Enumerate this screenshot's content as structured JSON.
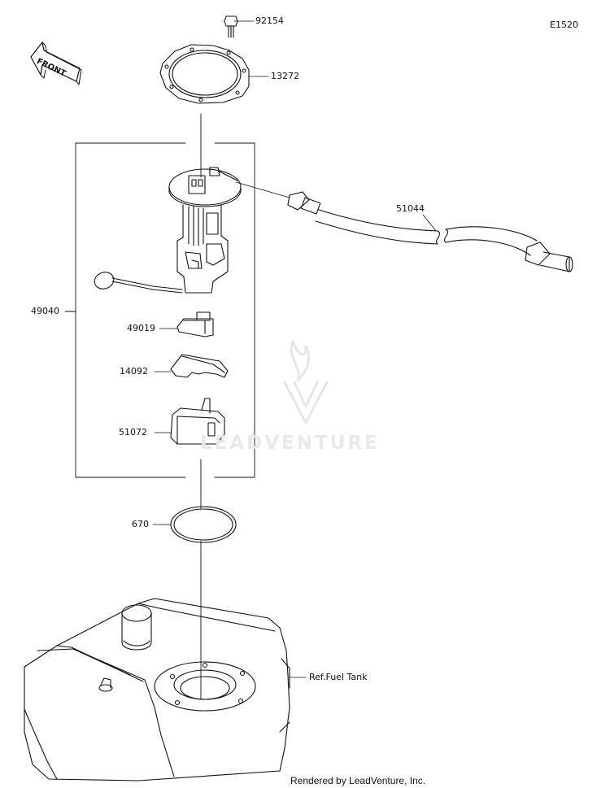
{
  "diagram_id": "E1520",
  "front_label": "FRONT",
  "parts": [
    {
      "number": "92154"
    },
    {
      "number": "13272"
    },
    {
      "number": "51044"
    },
    {
      "number": "49040"
    },
    {
      "number": "49019"
    },
    {
      "number": "14092"
    },
    {
      "number": "51072"
    },
    {
      "number": "670"
    }
  ],
  "reference": "Ref.Fuel Tank",
  "watermark": "LEADVENTURE",
  "footer": "Rendered by LeadVenture, Inc."
}
